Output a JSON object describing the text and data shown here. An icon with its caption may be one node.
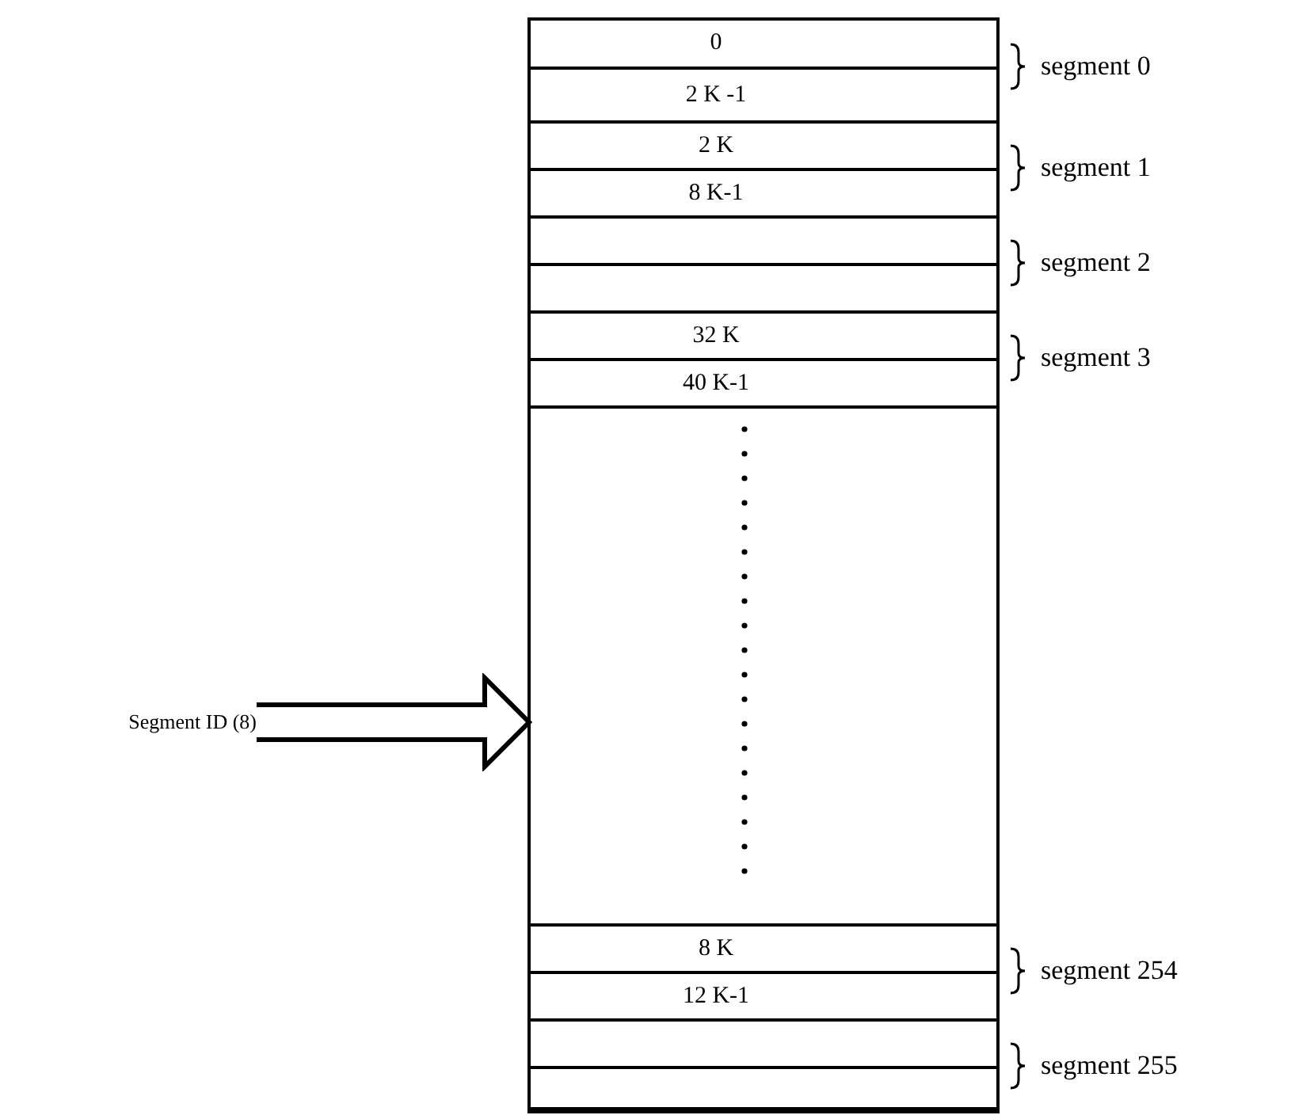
{
  "diagram": {
    "nodes": [
      {
        "text": [],
        "shape": "box"
      },
      {
        "text": [
          "0"
        ],
        "in": 0
      },
      {
        "text": [
          "2 K -1"
        ],
        "in": 0
      },
      {
        "text": [
          "2 K"
        ],
        "in": 0
      },
      {
        "text": [
          "8 K-1"
        ],
        "in": 0
      },
      {
        "text": [],
        "shape": "box",
        "in": 0
      },
      {
        "text": [],
        "shape": "box",
        "in": 0
      },
      {
        "text": [
          "32 K"
        ],
        "in": 0
      },
      {
        "text": [
          "40 K-1"
        ],
        "in": 0
      },
      {
        "text": [],
        "shape": "box",
        "in": 0
      },
      {
        "text": [
          "8 K"
        ],
        "in": 0
      },
      {
        "text": [
          "12 K-1"
        ],
        "in": 0
      },
      {
        "text": [],
        "shape": "box",
        "in": 0
      },
      {
        "text": [],
        "shape": "box",
        "in": 0
      },
      {
        "text": [
          "Segment ID (8)"
        ]
      }
    ],
    "edges": [
      {
        "from": 14,
        "to": 0,
        "arrow": "to"
      }
    ],
    "labels": [
      "segment 0",
      "segment 1",
      "segment 2",
      "segment 3",
      "segment 254",
      "segment 255"
    ]
  }
}
